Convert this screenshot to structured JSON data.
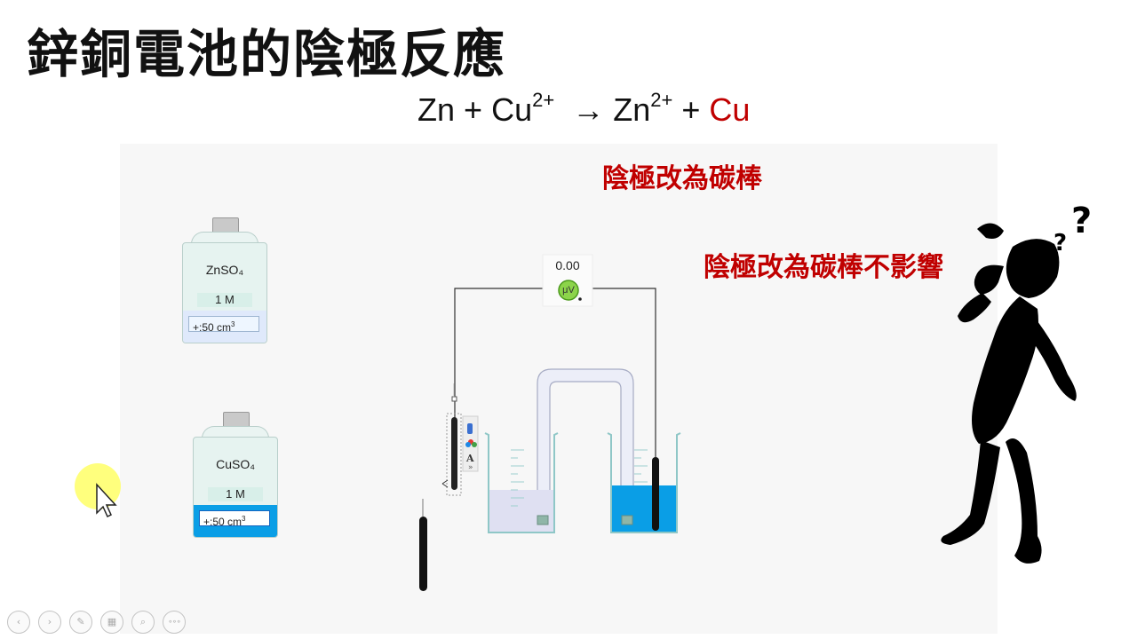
{
  "slide": {
    "title": "鋅銅電池的陰極反應"
  },
  "equation": {
    "reactant_1": "Zn",
    "plus_1": "+",
    "reactant_2": "Cu",
    "reactant_2_charge": "2+",
    "arrow": "→",
    "product_1": "Zn",
    "product_1_charge": "2+",
    "plus_2": "+",
    "product_2": "Cu"
  },
  "notes": {
    "note_1": "陰極改為碳棒",
    "note_2": "陰極改為碳棒不影響"
  },
  "bottles": [
    {
      "formula": "ZnSO₄",
      "concentration": "1 M",
      "volume_prefix": "+:50 cm",
      "volume_exp": "3"
    },
    {
      "formula": "CuSO₄",
      "concentration": "1 M",
      "volume_prefix": "+:50 cm",
      "volume_exp": "3"
    }
  ],
  "voltmeter": {
    "reading": "0.00",
    "unit": "μV"
  },
  "electrode_menu": {
    "icon_text": "A",
    "more": "»"
  },
  "toolbar": {
    "prev": "‹",
    "next": "›",
    "pen": "✎",
    "slides": "▦",
    "zoom": "⌕",
    "more": "∘∘∘"
  },
  "colors": {
    "accent_red": "#c00000",
    "copper_solution": "#0a9ee6",
    "zinc_solution": "#dfe9fb",
    "cursor_highlight": "#ffff66"
  },
  "icons": {
    "thinking_person": "thinking-person-icon",
    "cursor": "mouse-pointer-icon"
  }
}
